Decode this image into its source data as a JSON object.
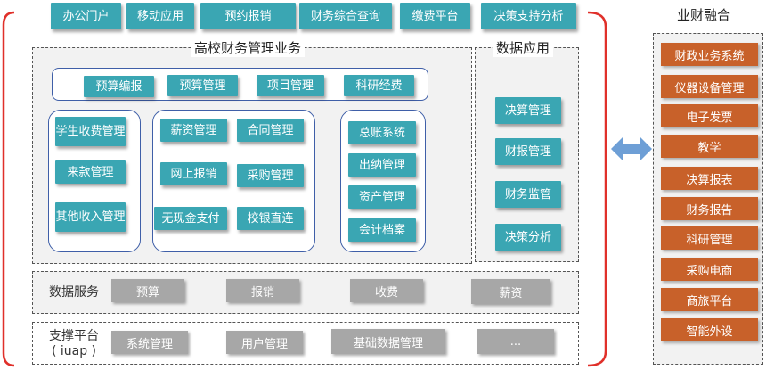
{
  "top_nav": [
    "办公门户",
    "移动应用",
    "预约报销",
    "财务综合查询",
    "缴费平台",
    "决策支持分析"
  ],
  "business": {
    "title": "高校财务管理业务",
    "budget_row": [
      "预算编报",
      "预算管理",
      "项目管理",
      "科研经费"
    ],
    "group_income": [
      "学生收费管理",
      "来款管理",
      "其他收入管理"
    ],
    "group_expense": [
      "薪资管理",
      "合同管理",
      "网上报销",
      "采购管理",
      "无现金支付",
      "校银直连"
    ],
    "group_account": [
      "总账系统",
      "出纳管理",
      "资产管理",
      "会计档案"
    ]
  },
  "data_app": {
    "title": "数据应用",
    "items": [
      "决算管理",
      "财报管理",
      "财务监管",
      "决策分析"
    ]
  },
  "data_service": {
    "label": "数据服务",
    "items": [
      "预算",
      "报销",
      "收费",
      "薪资"
    ]
  },
  "support": {
    "label_line1": "支撑平台",
    "label_line2": "( iuap )",
    "items": [
      "系统管理",
      "用户管理",
      "基础数据管理",
      "..."
    ]
  },
  "integration": {
    "title": "业财融合",
    "items": [
      "财政业务系统",
      "仪器设备管理",
      "电子发票",
      "教学",
      "决算报表",
      "财务报告",
      "科研管理",
      "采购电商",
      "商旅平台",
      "智能外设"
    ]
  },
  "colors": {
    "teal": "#3aa6b3",
    "gray": "#a7a7a7",
    "orange": "#c8612a",
    "bracket": "#e0302a",
    "arrow": "#6e9fd6",
    "outline": "#3f5fa8"
  }
}
